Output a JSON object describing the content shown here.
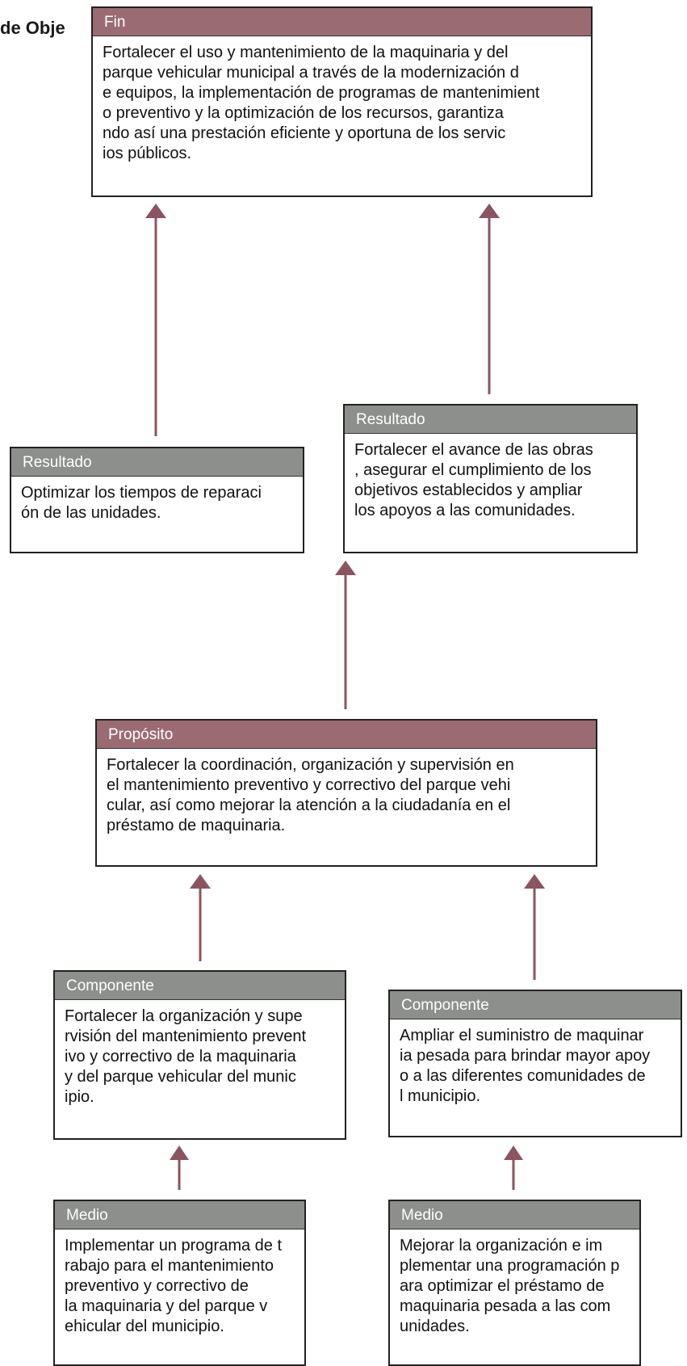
{
  "page_title": "de Obje",
  "colors": {
    "header_mauve": "#9b6b74",
    "header_grey": "#8d8f8c",
    "arrow": "#8a5560"
  },
  "fin": {
    "header": "Fin",
    "text": "Fortalecer el uso y mantenimiento de la maquinaria y del\nparque vehicular municipal a través de la modernización d\ne equipos, la implementación de programas de mantenimient\no preventivo y la optimización de los recursos, garantiza\nndo así una prestación eficiente y oportuna de los servic\nios públicos."
  },
  "resultado_1": {
    "header": "Resultado",
    "text": "Optimizar los tiempos de reparaci\nón de las unidades."
  },
  "resultado_2": {
    "header": "Resultado",
    "text": "Fortalecer el avance de las obras\n, asegurar el cumplimiento de los\nobjetivos establecidos y ampliar\nlos apoyos a las comunidades."
  },
  "proposito": {
    "header": "Propósito",
    "text": "Fortalecer la coordinación, organización y supervisión en\nel mantenimiento preventivo y correctivo del parque vehi\ncular, así como mejorar la atención a la ciudadanía en el\npréstamo de maquinaria."
  },
  "componente_1": {
    "header": "Componente",
    "text": "Fortalecer la organización y supe\nrvisión del mantenimiento prevent\nivo y correctivo de la maquinaria\ny del parque vehicular del munic\nipio."
  },
  "componente_2": {
    "header": "Componente",
    "text": "Ampliar el suministro de maquinar\nia pesada para brindar mayor apoy\no a las diferentes comunidades de\nl municipio."
  },
  "medio_1": {
    "header": "Medio",
    "text": "Implementar un programa de t\nrabajo para el mantenimiento\npreventivo y correctivo de\nla maquinaria y del parque v\nehicular del municipio."
  },
  "medio_2": {
    "header": "Medio",
    "text": "Mejorar la organización e im\nplementar una programación p\nara optimizar el préstamo de\nmaquinaria pesada a las com\nunidades."
  }
}
